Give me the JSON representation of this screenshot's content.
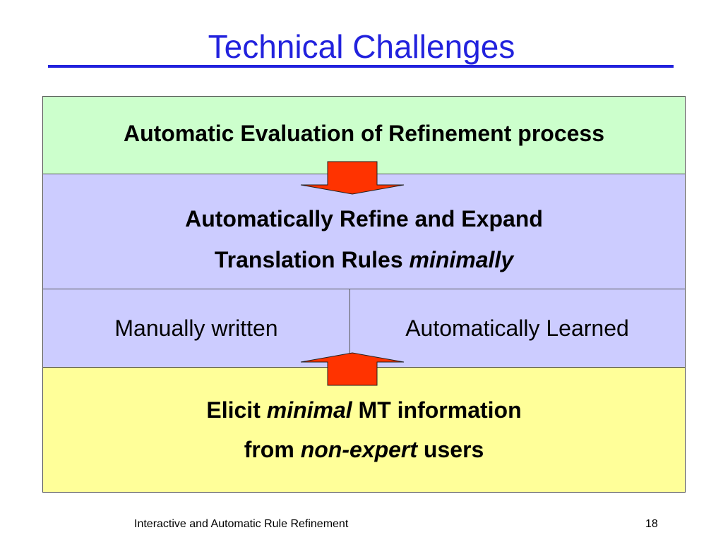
{
  "slide": {
    "title": "Technical Challenges",
    "evaluation": {
      "text": "Automatic Evaluation of Refinement process"
    },
    "refine": {
      "line1": "Automatically Refine and Expand",
      "line2_plain": "Translation Rules ",
      "line2_italic": "minimally"
    },
    "sources": {
      "left": "Manually written",
      "right": "Automatically Learned"
    },
    "elicit": {
      "line1_plain_a": "Elicit ",
      "line1_italic": "minimal",
      "line1_plain_b": " MT information",
      "line2_plain_a": "from ",
      "line2_italic": "non-expert",
      "line2_plain_b": " users"
    },
    "arrow_color": "#ff3300",
    "footer": {
      "caption": "Interactive and Automatic Rule Refinement",
      "page_number": "18"
    }
  }
}
